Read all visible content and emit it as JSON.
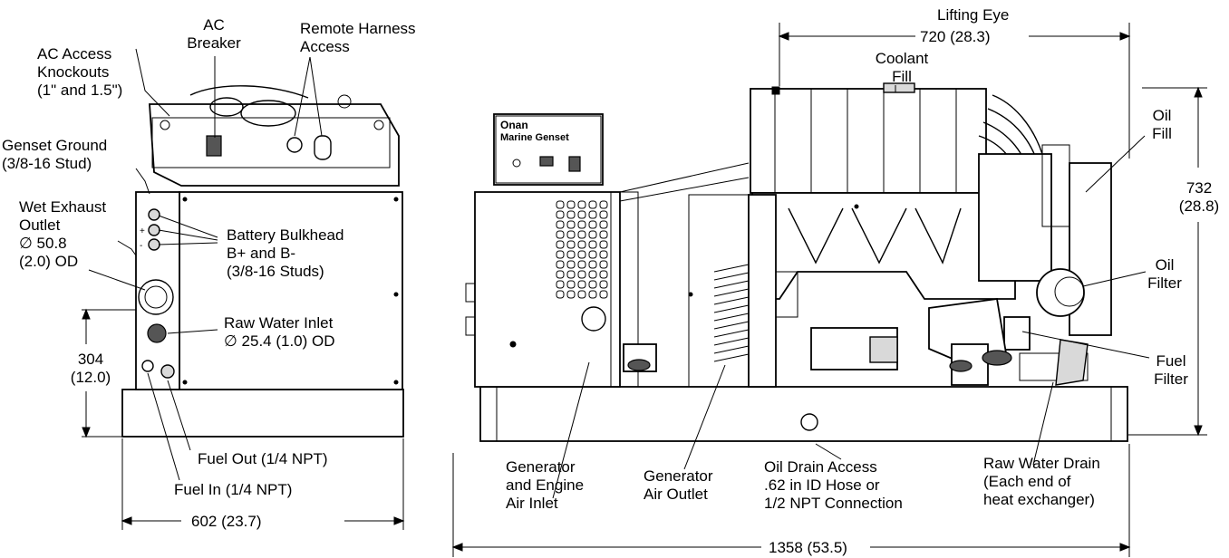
{
  "labels": {
    "ac_breaker": "AC\nBreaker",
    "remote_harness": "Remote Harness\nAccess",
    "ac_knockouts": "AC Access\nKnockouts\n(1\" and 1.5\")",
    "genset_ground": "Genset Ground\n(3/8-16 Stud)",
    "wet_exhaust": "Wet Exhaust\nOutlet\n∅ 50.8\n(2.0) OD",
    "battery_bulkhead": "Battery Bulkhead\nB+ and B-\n(3/8-16 Studs)",
    "raw_water_inlet": "Raw Water Inlet\n∅ 25.4 (1.0) OD",
    "dim_304": "304\n(12.0)",
    "fuel_out": "Fuel Out (1/4 NPT)",
    "fuel_in": "Fuel In (1/4 NPT)",
    "dim_602": "602 (23.7)",
    "lifting_eye": "Lifting Eye",
    "dim_720": "720 (28.3)",
    "coolant_fill": "Coolant\nFill",
    "oil_fill": "Oil\nFill",
    "dim_732": "732\n(28.8)",
    "oil_filter": "Oil\nFilter",
    "fuel_filter": "Fuel\nFilter",
    "gen_engine_inlet": "Generator\nand Engine\nAir Inlet",
    "gen_air_outlet": "Generator\nAir Outlet",
    "oil_drain": "Oil Drain Access\n.62 in ID Hose or\n1/2 NPT Connection",
    "raw_water_drain": "Raw Water Drain\n(Each end of\nheat exchanger)",
    "dim_1358": "1358 (53.5)",
    "control_brand": "Onan",
    "control_title": "Marine Genset"
  }
}
